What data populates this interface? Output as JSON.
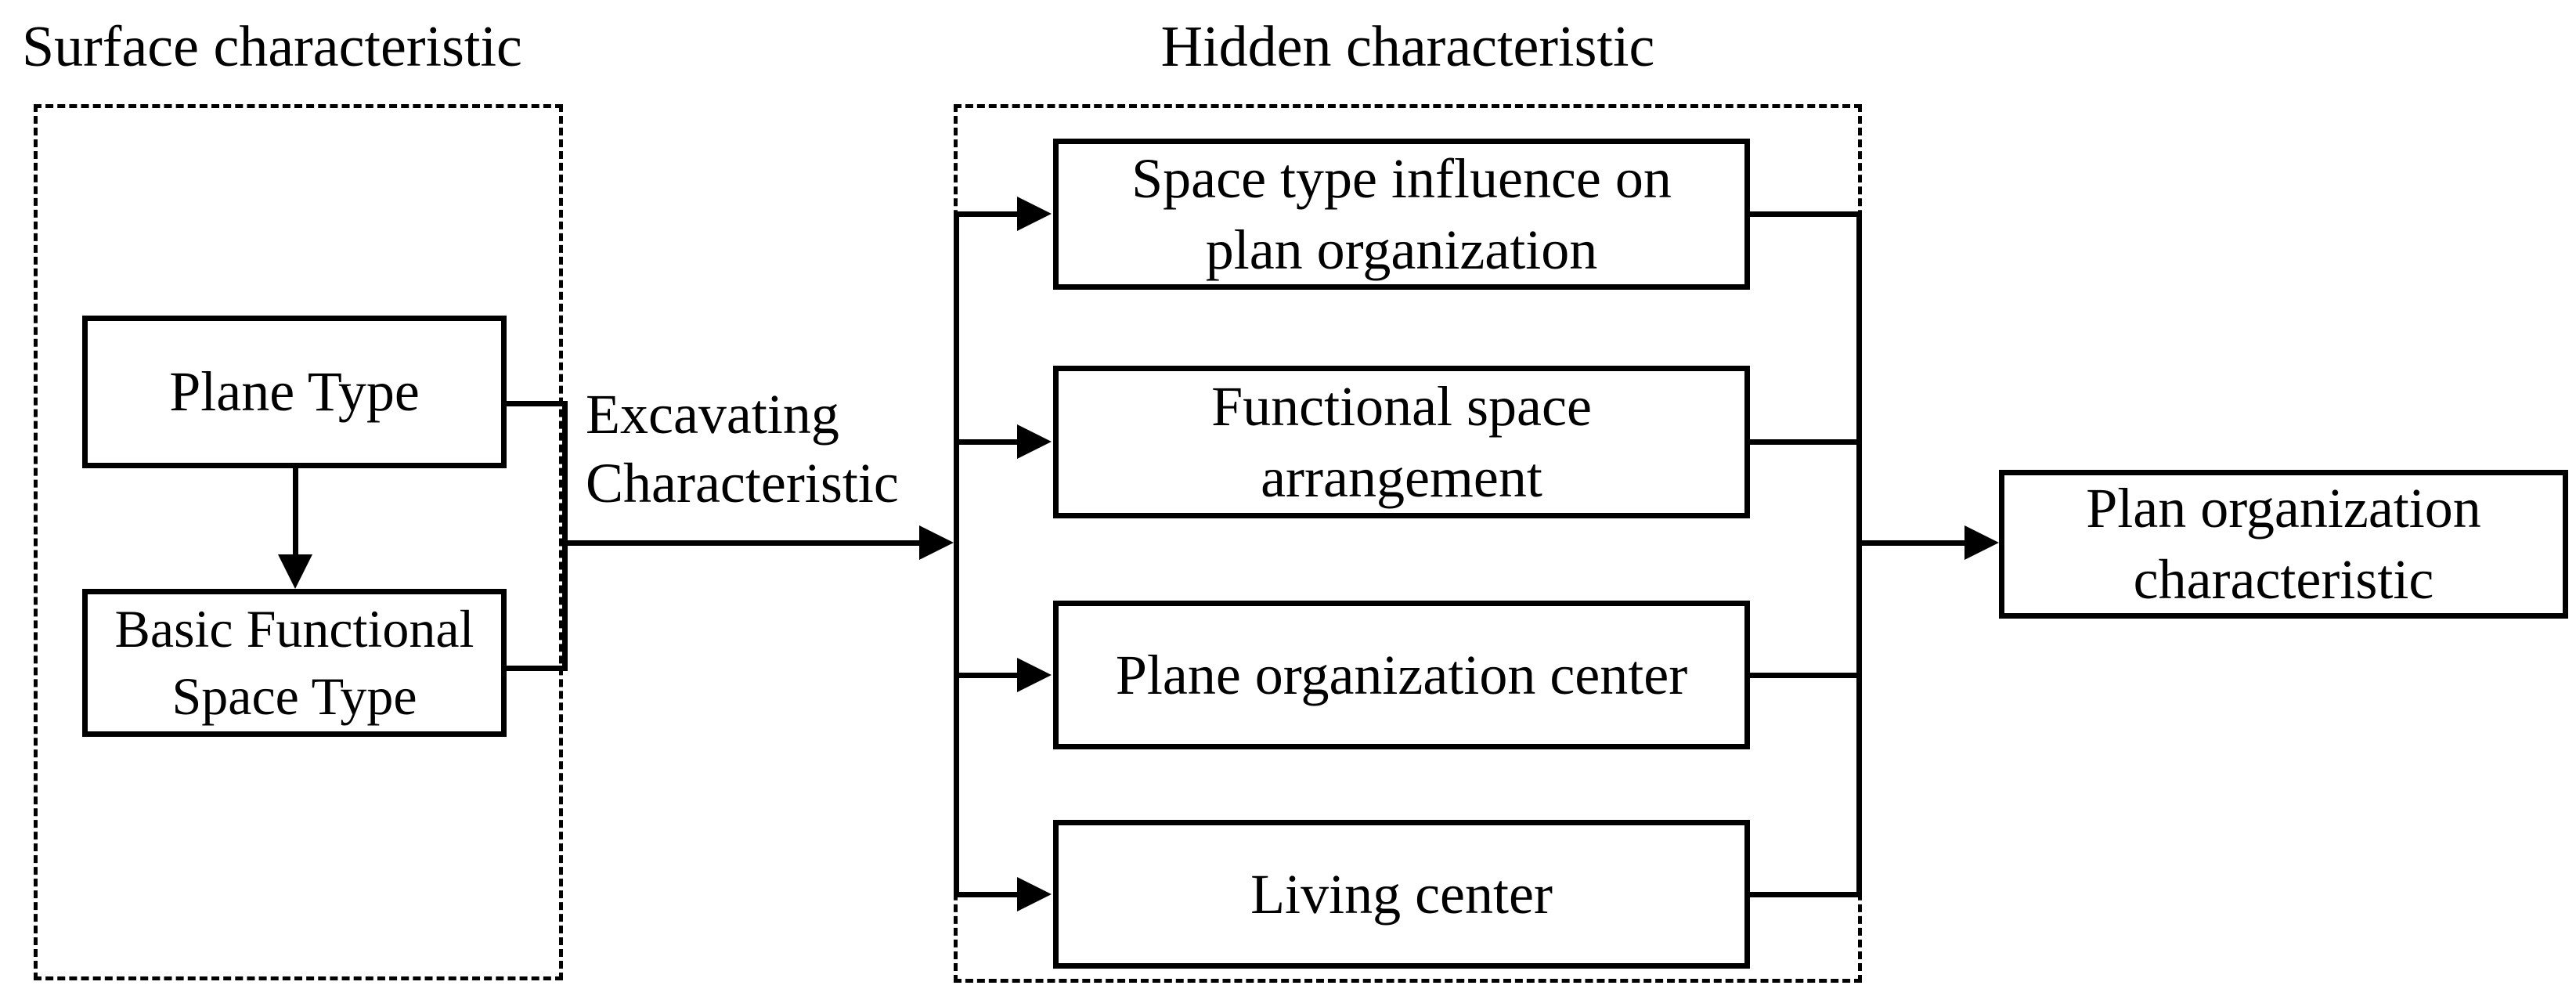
{
  "canvas": {
    "background": "#ffffff",
    "line_color": "#000000"
  },
  "surface_group": {
    "label": "Surface characteristic",
    "boxes": {
      "plane_type": "Plane Type",
      "basic_functional": "Basic Functional\nSpace Type"
    }
  },
  "flow": {
    "excavating_label": "Excavating\nCharacteristic"
  },
  "hidden_group": {
    "label": "Hidden characteristic",
    "boxes": [
      "Space type influence on\nplan organization",
      "Functional space\narrangement",
      "Plane organization center",
      "Living center"
    ]
  },
  "output_group": {
    "plan_organization": "Plan organization\ncharacteristic"
  }
}
